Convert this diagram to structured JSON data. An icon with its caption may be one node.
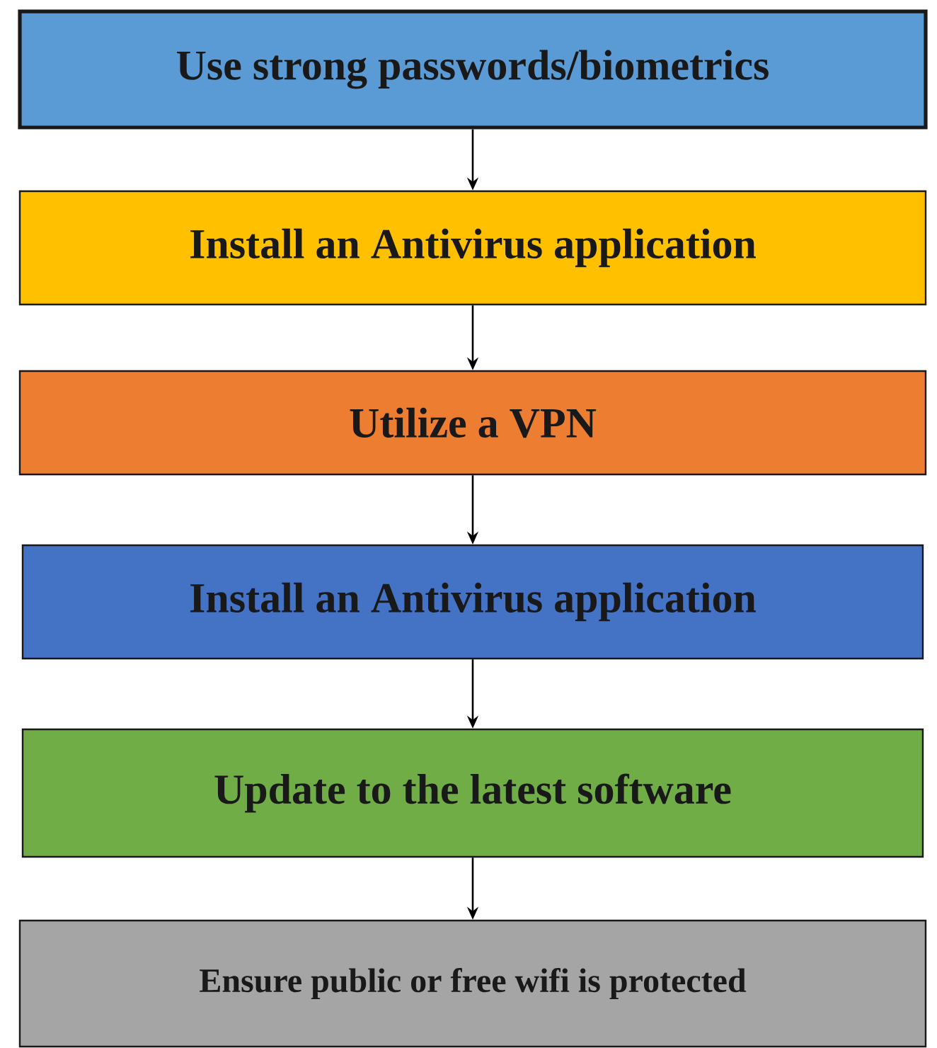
{
  "diagram": {
    "nodes": [
      {
        "text": [
          "Use strong passwords/biometrics"
        ]
      },
      {
        "text": [
          "Install an Antivirus application"
        ]
      },
      {
        "text": [
          "Utilize a VPN"
        ]
      },
      {
        "text": [
          "Install an Antivirus application"
        ]
      },
      {
        "text": [
          "Update to the latest software"
        ]
      },
      {
        "text": [
          "Ensure public or free wifi is protected"
        ]
      }
    ],
    "edges": [
      {
        "from": 0,
        "to": 1,
        "arrow": "to"
      },
      {
        "from": 1,
        "to": 2,
        "arrow": "to"
      },
      {
        "from": 2,
        "to": 3,
        "arrow": "to"
      },
      {
        "from": 3,
        "to": 4,
        "arrow": "to"
      },
      {
        "from": 4,
        "to": 5,
        "arrow": "to"
      }
    ]
  }
}
